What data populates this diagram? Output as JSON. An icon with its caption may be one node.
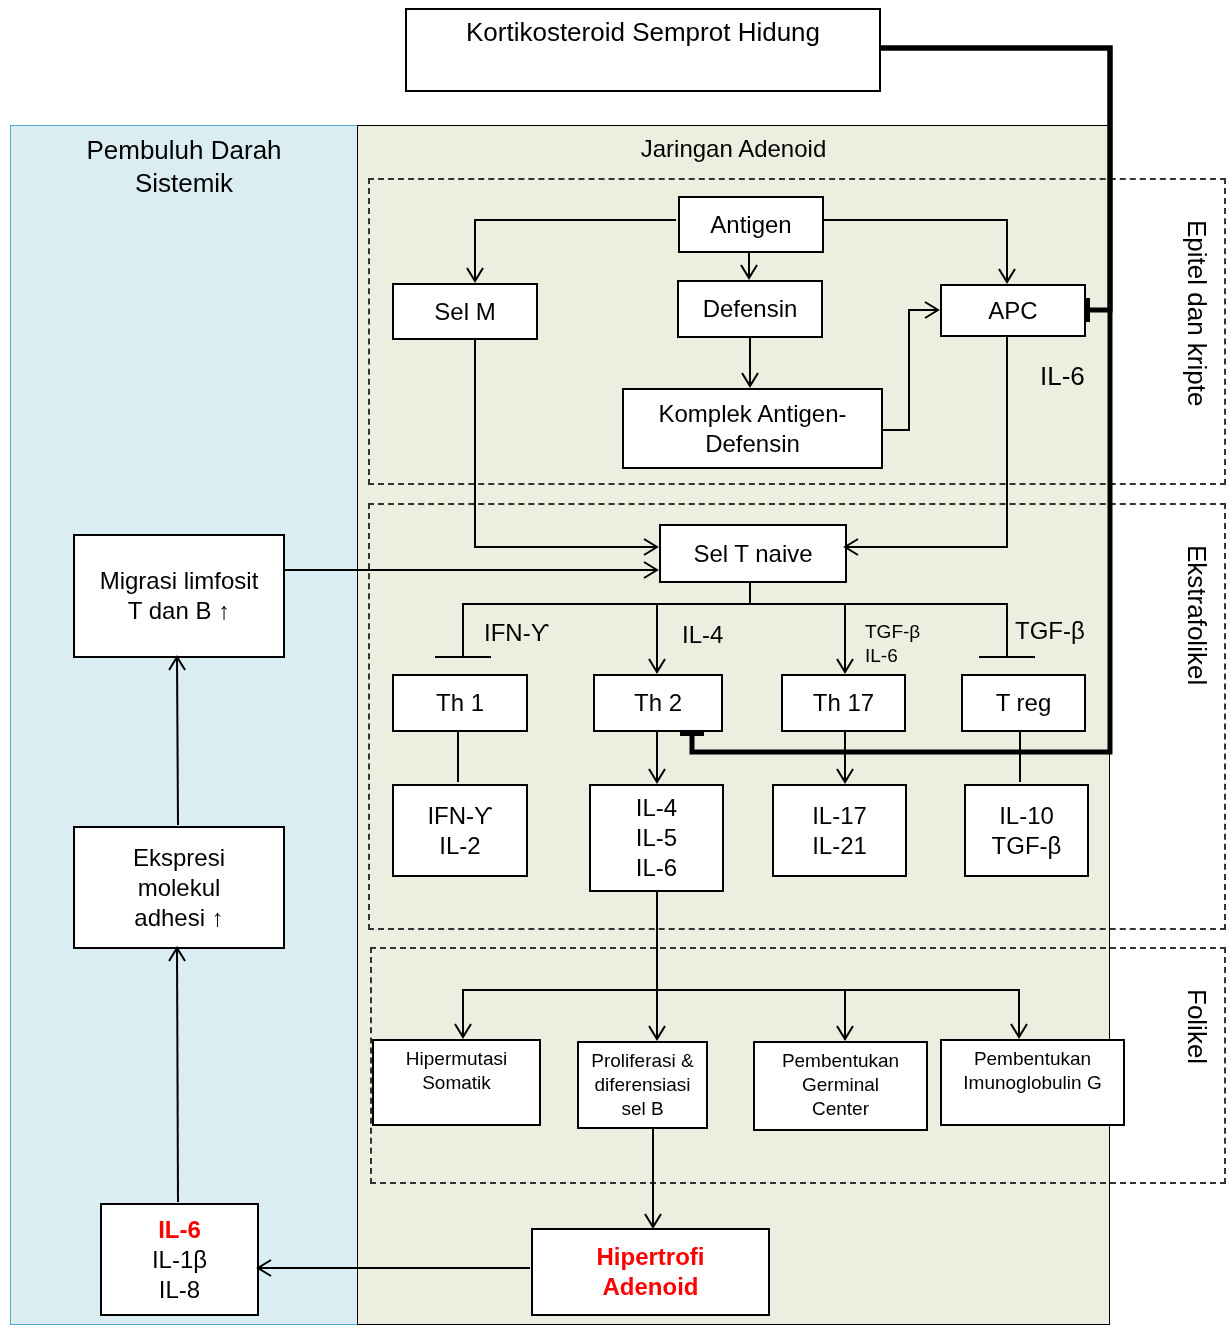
{
  "diagram": {
    "nodes": [
      {
        "text": [
          "Pembuluh Darah Sistemik"
        ]
      },
      {
        "text": [
          "Jaringan Adenoid"
        ]
      },
      {
        "text": [
          "Kortikosteroid Semprot Hidung"
        ]
      },
      {
        "text": [
          "Epitel dan kripte"
        ]
      },
      {
        "text": [
          "Ekstrafolikel"
        ]
      },
      {
        "text": [
          "Folikel"
        ]
      },
      {
        "text": [
          "Antigen"
        ],
        "in": 3
      },
      {
        "text": [
          "Sel M"
        ],
        "in": 3
      },
      {
        "text": [
          "Defensin"
        ],
        "in": 3
      },
      {
        "text": [
          "APC"
        ],
        "in": 3
      },
      {
        "text": [
          "Komplek Antigen-Defensin"
        ],
        "in": 3
      },
      {
        "text": [
          "Sel T naive"
        ],
        "in": 4
      },
      {
        "text": [
          "Th 1"
        ],
        "in": 4
      },
      {
        "text": [
          "Th 2"
        ],
        "in": 4
      },
      {
        "text": [
          "Th 17"
        ],
        "in": 4
      },
      {
        "text": [
          "T reg"
        ],
        "in": 4
      },
      {
        "text": [
          "IFN-ϒ IL-2"
        ],
        "in": 4
      },
      {
        "text": [
          "IL-4 IL-5 IL-6"
        ],
        "in": 4
      },
      {
        "text": [
          "IL-17 IL-21"
        ],
        "in": 4
      },
      {
        "text": [
          "IL-10 TGF-β"
        ],
        "in": 4
      },
      {
        "text": [
          "Migrasi limfosit T dan B ↑"
        ],
        "in": 0
      },
      {
        "text": [
          "Ekspresi molekul adhesi ↑"
        ],
        "in": 0
      },
      {
        "text": [
          "**IL-6** IL-1β IL-8"
        ],
        "in": 0
      },
      {
        "text": [
          "Hipermutasi Somatik"
        ],
        "in": 5
      },
      {
        "text": [
          "Proliferasi & diferensiasi sel B"
        ],
        "in": 5
      },
      {
        "text": [
          "Pembentukan Germinal Center"
        ],
        "in": 5
      },
      {
        "text": [
          "Pembentukan Imunoglobulin G"
        ],
        "in": 5
      },
      {
        "text": [
          "Hipertrofi Adenoid"
        ],
        "in": 1
      }
    ],
    "edges": [
      {
        "from": 6,
        "to": 7,
        "arrow": "to"
      },
      {
        "from": 6,
        "to": 8,
        "arrow": "to"
      },
      {
        "from": 6,
        "to": 9,
        "arrow": "to"
      },
      {
        "from": 8,
        "to": 10,
        "arrow": "to"
      },
      {
        "from": 10,
        "to": 9,
        "arrow": "to"
      },
      {
        "from": 7,
        "to": 11,
        "arrow": "to"
      },
      {
        "from": 9,
        "to": 11,
        "arrow": "to",
        "label": "IL-6"
      },
      {
        "from": 20,
        "to": 11,
        "arrow": "to"
      },
      {
        "from": 11,
        "to": 12,
        "arrow": "other",
        "label": "IFN-ϒ"
      },
      {
        "from": 11,
        "to": 13,
        "arrow": "to",
        "label": "IL-4"
      },
      {
        "from": 11,
        "to": 14,
        "arrow": "to",
        "label": "TGF-β IL-6"
      },
      {
        "from": 11,
        "to": 15,
        "arrow": "other",
        "label": "TGF-β"
      },
      {
        "from": 12,
        "to": 16,
        "arrow": "none"
      },
      {
        "from": 13,
        "to": 17,
        "arrow": "to"
      },
      {
        "from": 14,
        "to": 18,
        "arrow": "to"
      },
      {
        "from": 15,
        "to": 19,
        "arrow": "none"
      },
      {
        "from": 2,
        "to": 9,
        "arrow": "other",
        "style": "thick"
      },
      {
        "from": 2,
        "to": 13,
        "arrow": "other",
        "style": "thick"
      },
      {
        "from": 17,
        "to": 23,
        "arrow": "to"
      },
      {
        "from": 17,
        "to": 24,
        "arrow": "to"
      },
      {
        "from": 17,
        "to": 25,
        "arrow": "to"
      },
      {
        "from": 17,
        "to": 26,
        "arrow": "to"
      },
      {
        "from": 24,
        "to": 27,
        "arrow": "to"
      },
      {
        "from": 27,
        "to": 22,
        "arrow": "to"
      },
      {
        "from": 22,
        "to": 21,
        "arrow": "to"
      },
      {
        "from": 21,
        "to": 20,
        "arrow": "to"
      }
    ]
  }
}
